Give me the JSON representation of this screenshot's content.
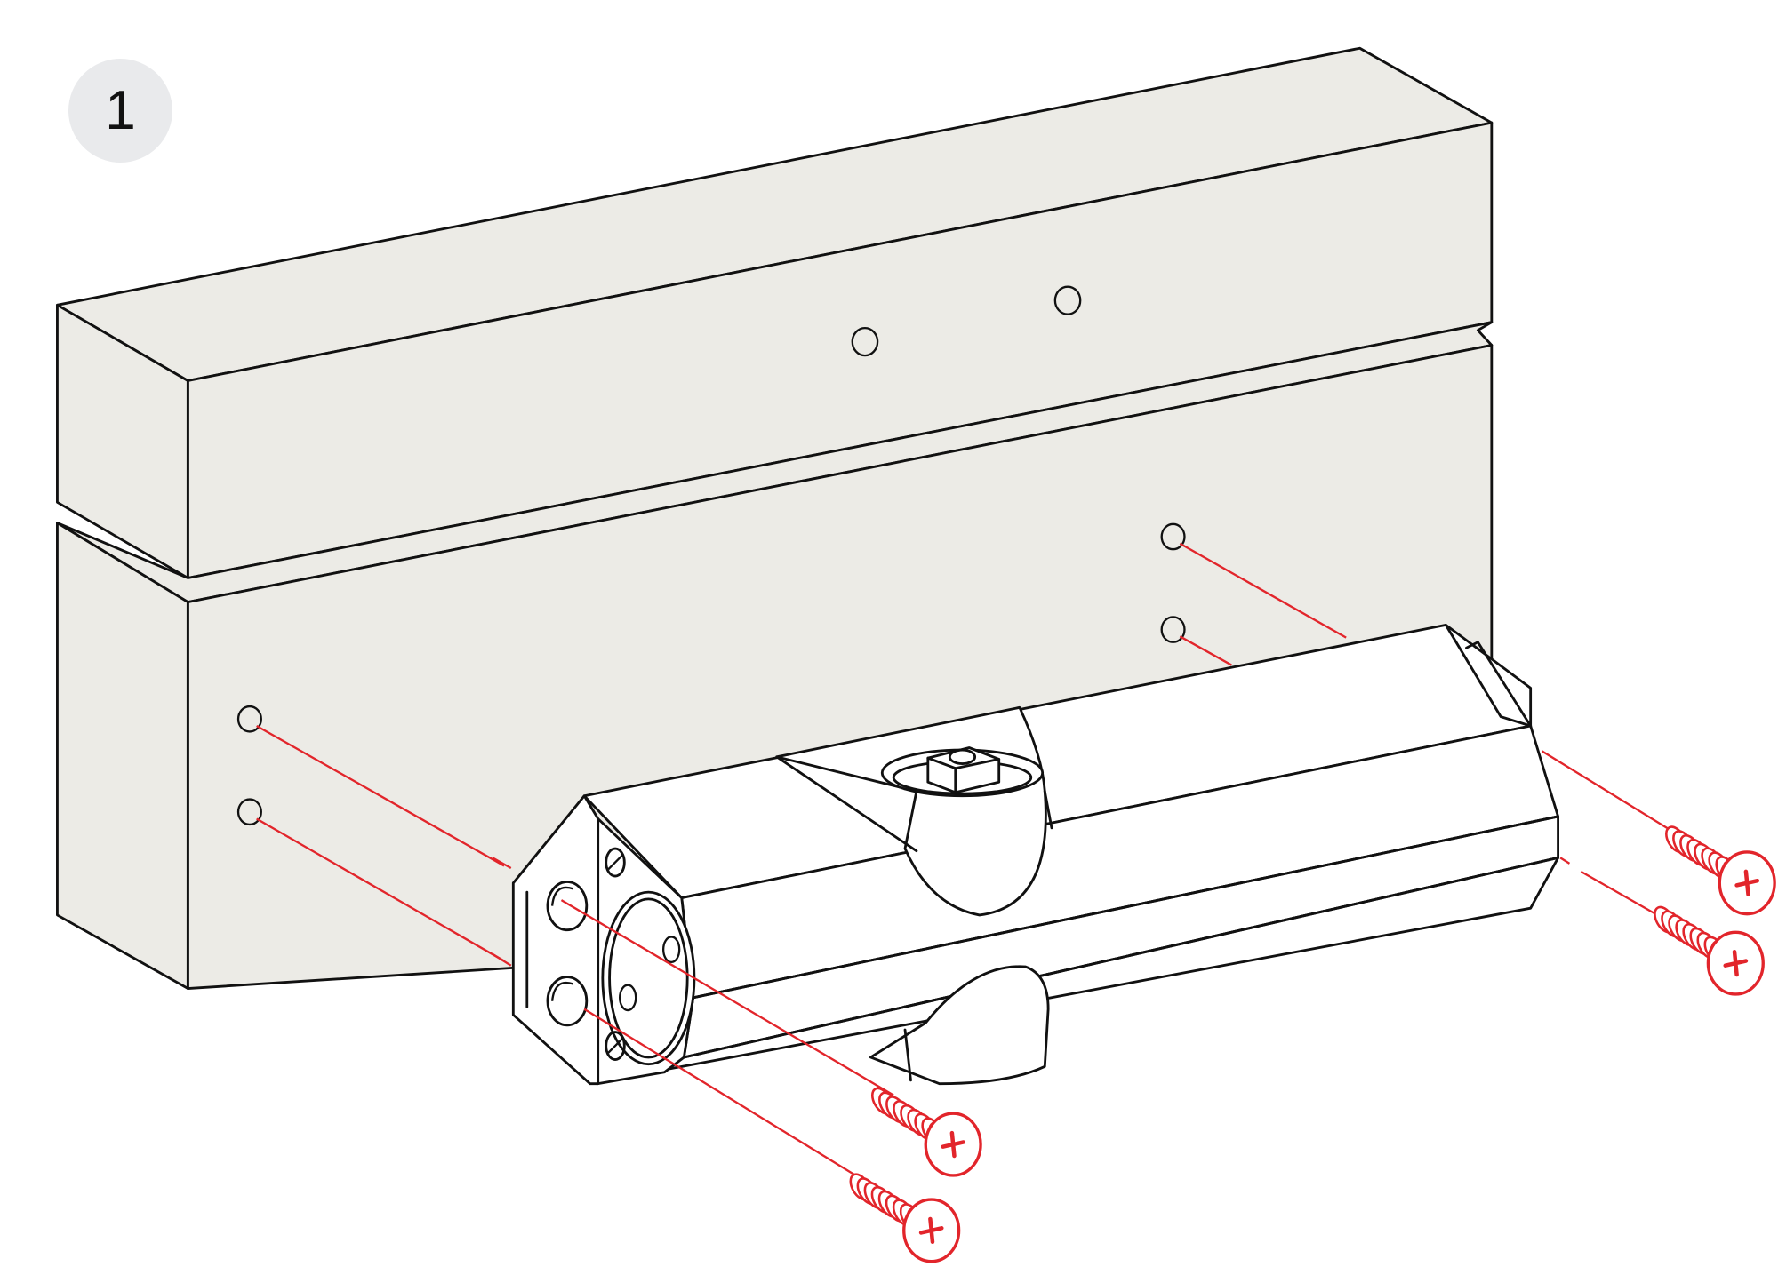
{
  "step": {
    "number": "1"
  },
  "colors": {
    "badge_bg": "#e9eaec",
    "block_fill": "#ecebe6",
    "closer_fill": "#ffffff",
    "screw_red": "#e2252b",
    "outline": "#111111"
  },
  "figure": {
    "description": "Door closer mounting: closer body aligned with pre-drilled holes on door and frame, four screws shown with red guide lines",
    "frame_holes": 2,
    "door_holes": 4,
    "screws": 4
  }
}
